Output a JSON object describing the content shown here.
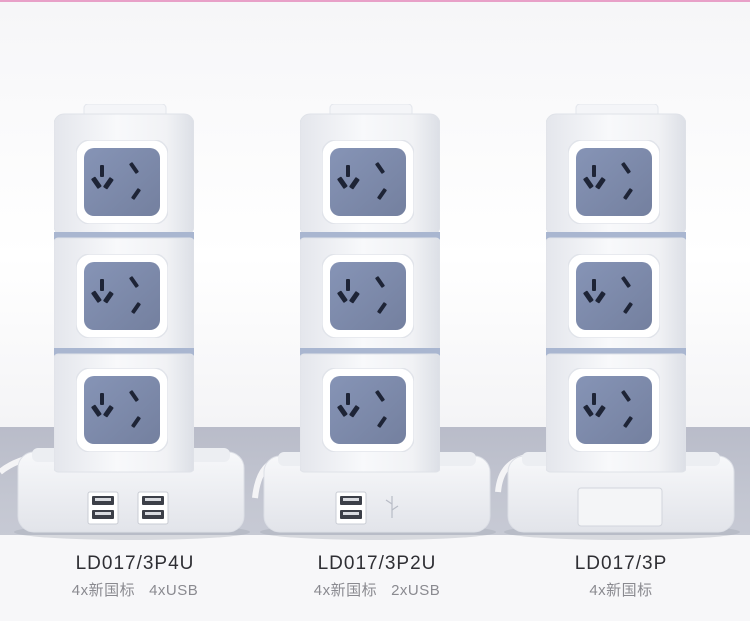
{
  "products": [
    {
      "model": "LD017/3P4U",
      "spec": "4x新国标   4xUSB"
    },
    {
      "model": "LD017/3P2U",
      "spec": "4x新国标   2xUSB"
    },
    {
      "model": "LD017/3P",
      "spec": "4x新国标"
    }
  ],
  "colors": {
    "tower_white": "#f2f3f6",
    "socket_blue": "#7f8cae",
    "accent_ring": "#a9b6d0",
    "floor": "#c0c3ce"
  }
}
